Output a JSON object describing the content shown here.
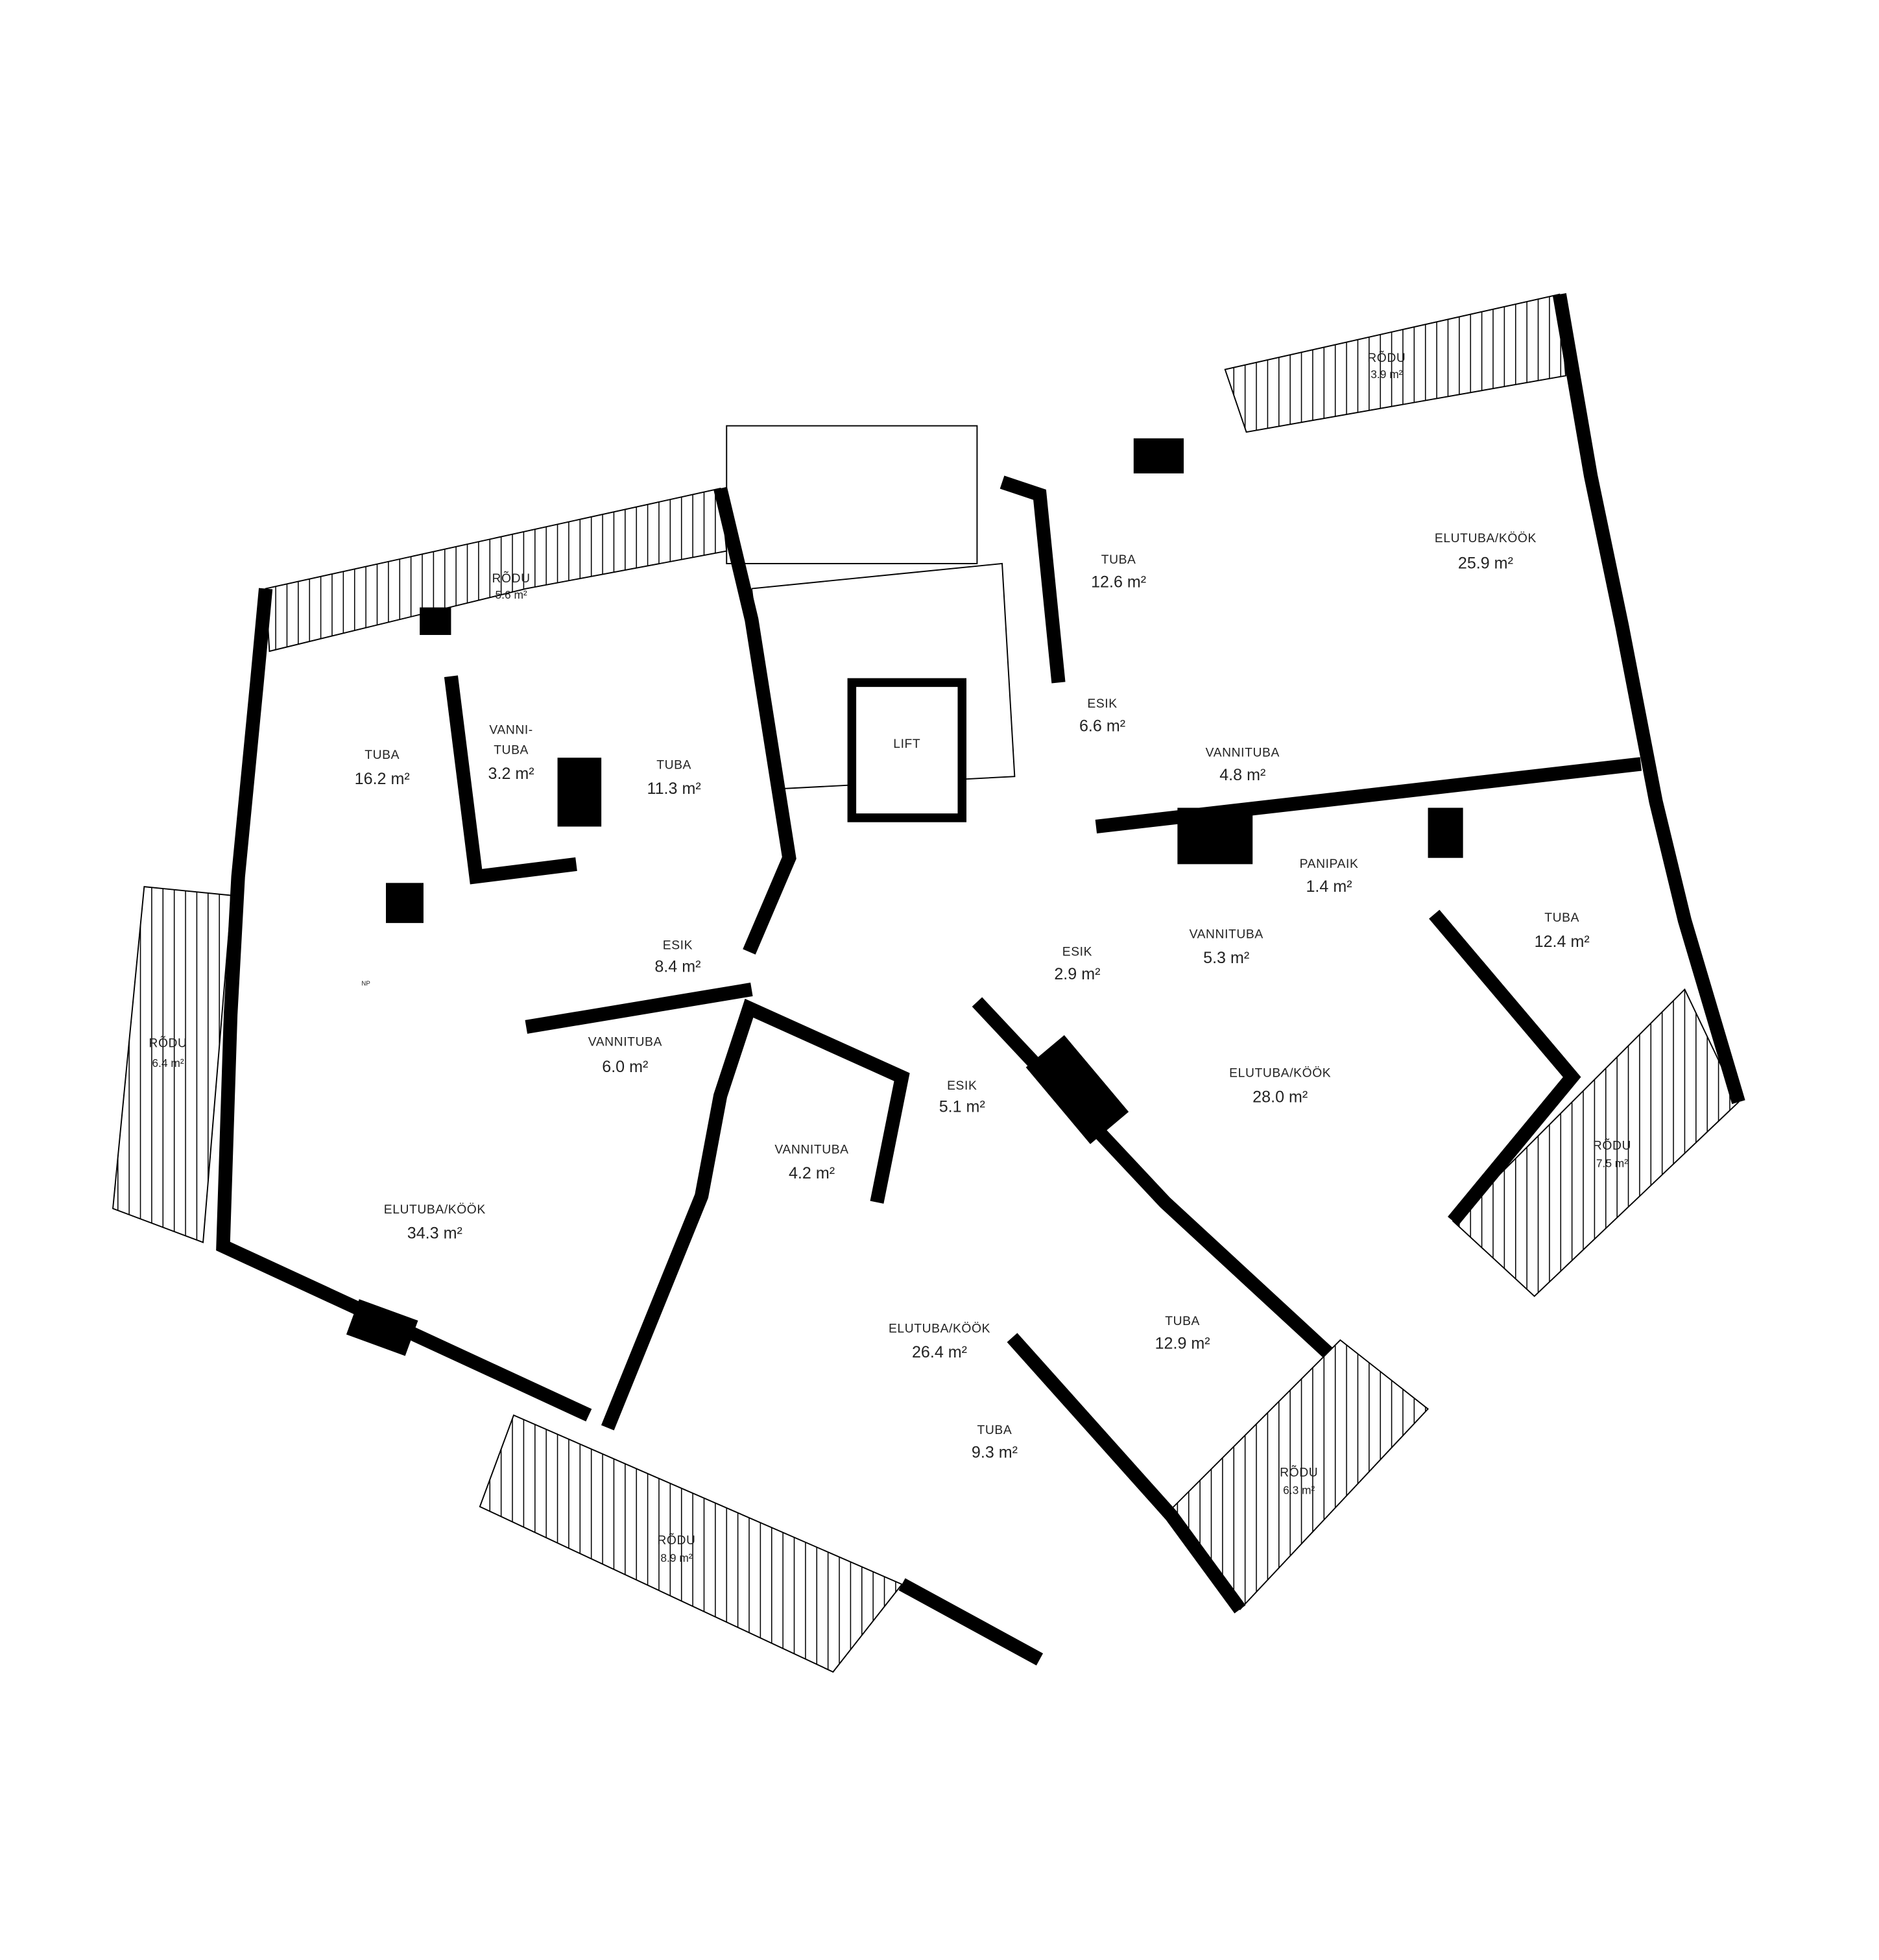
{
  "plan": {
    "colors": {
      "wall": "#000000",
      "background": "#ffffff",
      "text": "#222222"
    },
    "unit": "m²",
    "rooms": [
      {
        "id": "rodu-a",
        "name": "RÕDU",
        "area": "5.6 m²"
      },
      {
        "id": "tuba-a1",
        "name": "TUBA",
        "area": "16.2 m²"
      },
      {
        "id": "vannituba-a",
        "name": "VANNI-",
        "name2": "TUBA",
        "area": "3.2 m²"
      },
      {
        "id": "tuba-a2",
        "name": "TUBA",
        "area": "11.3 m²"
      },
      {
        "id": "lift",
        "name": "LIFT"
      },
      {
        "id": "tuba-b1",
        "name": "TUBA",
        "area": "12.6 m²"
      },
      {
        "id": "elutuba-b",
        "name": "ELUTUBA/KÖÖK",
        "area": "25.9 m²"
      },
      {
        "id": "rodu-b",
        "name": "RÕDU",
        "area": "3.9 m²"
      },
      {
        "id": "esik-b",
        "name": "ESIK",
        "area": "6.6 m²"
      },
      {
        "id": "vannituba-b",
        "name": "VANNITUBA",
        "area": "4.8 m²"
      },
      {
        "id": "panipaik-c",
        "name": "PANIPAIK",
        "area": "1.4 m²"
      },
      {
        "id": "tuba-c1",
        "name": "TUBA",
        "area": "12.4 m²"
      },
      {
        "id": "esik-c",
        "name": "ESIK",
        "area": "2.9 m²"
      },
      {
        "id": "vannituba-c",
        "name": "VANNITUBA",
        "area": "5.3 m²"
      },
      {
        "id": "esik-a",
        "name": "ESIK",
        "area": "8.4 m²"
      },
      {
        "id": "rodu-a2",
        "name": "RÕDU",
        "area": "6.4 m²"
      },
      {
        "id": "vannituba-a2",
        "name": "VANNITUBA",
        "area": "6.0 m²"
      },
      {
        "id": "esik-d",
        "name": "ESIK",
        "area": "5.1 m²"
      },
      {
        "id": "elutuba-c",
        "name": "ELUTUBA/KÖÖK",
        "area": "28.0 m²"
      },
      {
        "id": "vannituba-d",
        "name": "VANNITUBA",
        "area": "4.2 m²"
      },
      {
        "id": "rodu-c",
        "name": "RÕDU",
        "area": "7.5 m²"
      },
      {
        "id": "elutuba-a",
        "name": "ELUTUBA/KÖÖK",
        "area": "34.3 m²"
      },
      {
        "id": "elutuba-d",
        "name": "ELUTUBA/KÖÖK",
        "area": "26.4 m²"
      },
      {
        "id": "tuba-d1",
        "name": "TUBA",
        "area": "12.9 m²"
      },
      {
        "id": "tuba-d2",
        "name": "TUBA",
        "area": "9.3 m²"
      },
      {
        "id": "rodu-d",
        "name": "RÕDU",
        "area": "6.3 m²"
      },
      {
        "id": "rodu-e",
        "name": "RÕDU",
        "area": "8.9 m²"
      }
    ],
    "appliance_label": "NP"
  }
}
